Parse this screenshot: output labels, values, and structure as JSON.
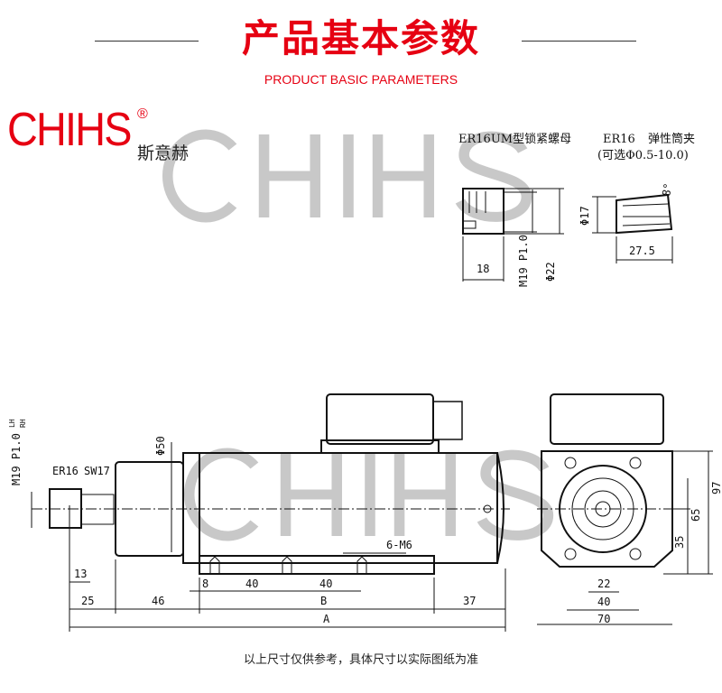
{
  "header": {
    "title": "产品基本参数",
    "subtitle": "PRODUCT BASIC PARAMETERS"
  },
  "brand": {
    "logo": "CHIHS",
    "registered": "®",
    "chinese_name": "斯意赫",
    "watermark": "CHIHS",
    "color": "#e60012"
  },
  "nut_view": {
    "label": "ER16UM型锁紧螺母",
    "length": "18",
    "thread": "M19 P1.0",
    "diameter": "Φ22"
  },
  "collet_view": {
    "label": "ER16",
    "label_cn": "弹性筒夹",
    "option": "(可选Φ0.5-10.0)",
    "diameter": "Φ17",
    "length": "27.5",
    "angle": "8°"
  },
  "side_view": {
    "thread": "M19 P1.0",
    "lh": "LH",
    "rh": "RH",
    "collet": "ER16",
    "wrench": "SW17",
    "body_diameter": "Φ50",
    "dims": {
      "d13": "13",
      "d25": "25",
      "d46": "46",
      "d8": "8",
      "d40a": "40",
      "d40b": "40",
      "holes": "6-M6",
      "b": "B",
      "d37": "37",
      "a": "A"
    }
  },
  "end_view": {
    "height": "97",
    "height2": "65",
    "center": "35",
    "w22": "22",
    "w40": "40",
    "w70": "70"
  },
  "footer": {
    "note": "以上尺寸仅供参考，具体尺寸以实际图纸为准"
  }
}
